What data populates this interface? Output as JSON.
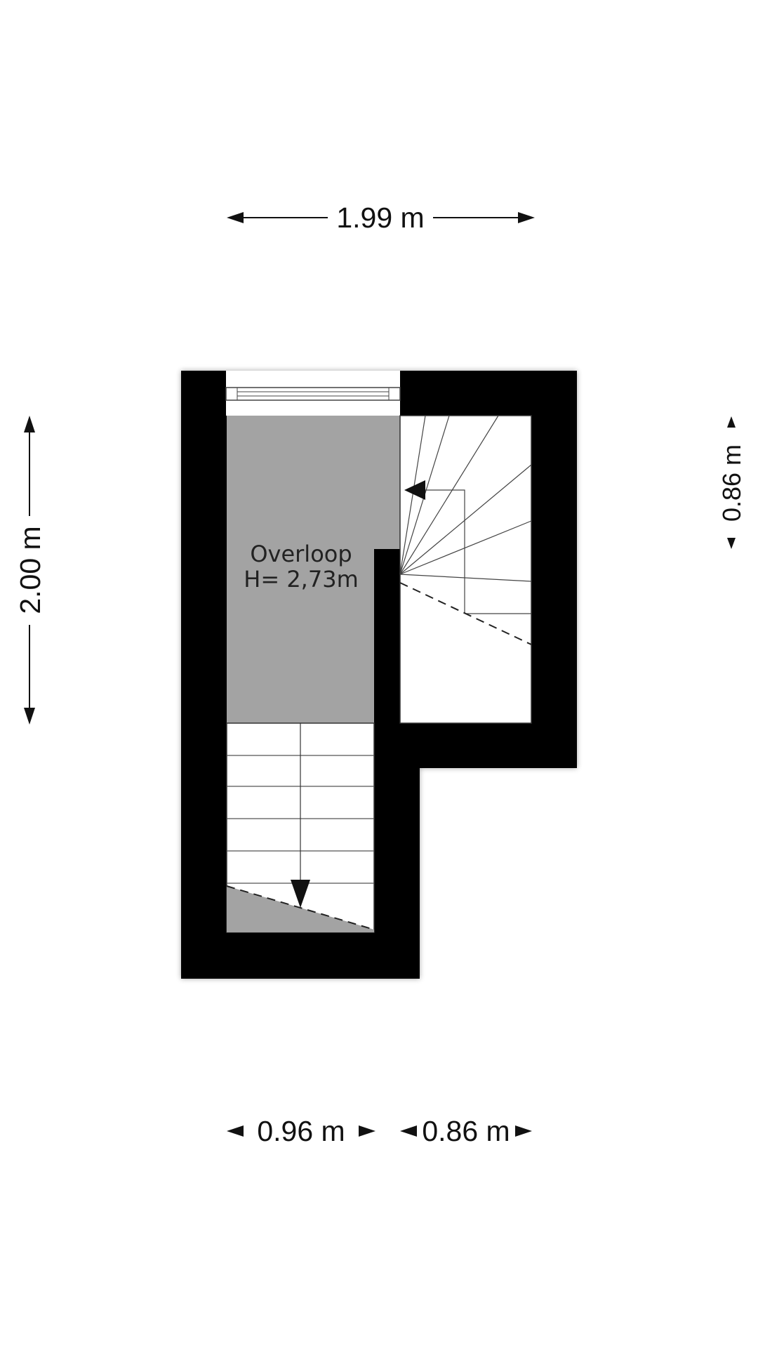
{
  "dimensions": {
    "top_width": "1.99 m",
    "left_height": "2.00 m",
    "right_height": "0.86 m",
    "bottom_left": "0.96 m",
    "bottom_right": "0.86 m"
  },
  "room": {
    "name": "Overloop",
    "height": "H= 2,73m"
  },
  "colors": {
    "wall": "#000000",
    "floor": "#a3a3a3",
    "stairs": "#ffffff",
    "line": "#222222"
  }
}
